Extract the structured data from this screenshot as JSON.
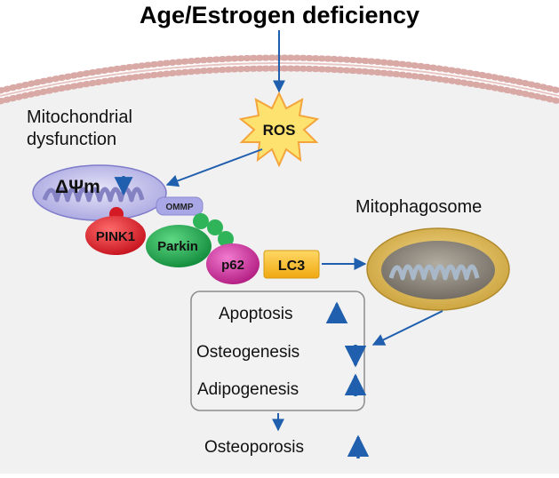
{
  "title": "Age/Estrogen deficiency",
  "stimulus": "ROS",
  "mitochondrial_dysfunction": {
    "line1": "Mitochondrial",
    "line2": "dysfunction",
    "membrane_potential": "ΔΨm"
  },
  "proteins": {
    "ommp": "OMMP",
    "pink1": "PINK1",
    "parkin": "Parkin",
    "p62": "p62",
    "lc3": "LC3"
  },
  "mitophagosome": "Mitophagosome",
  "outcomes": [
    {
      "label": "Apoptosis",
      "direction": "up"
    },
    {
      "label": "Osteogenesis",
      "direction": "down"
    },
    {
      "label": "Adipogenesis",
      "direction": "up"
    }
  ],
  "final_outcome": {
    "label": "Osteoporosis",
    "direction": "up"
  },
  "colors": {
    "arrow": "#1f5fae",
    "membrane": "#d9a9a6",
    "cell_fill": "#f1f1f1",
    "ros_burst": "#fde26f",
    "pink1": "#e5202c",
    "parkin": "#1eab4e",
    "p62": "#d4279b",
    "lc3": "#f8b51a",
    "ommp": "#a9a7e6",
    "mitochondria_outer": "#b7b4e8",
    "mitophagosome_ring": "#c9a33e"
  }
}
